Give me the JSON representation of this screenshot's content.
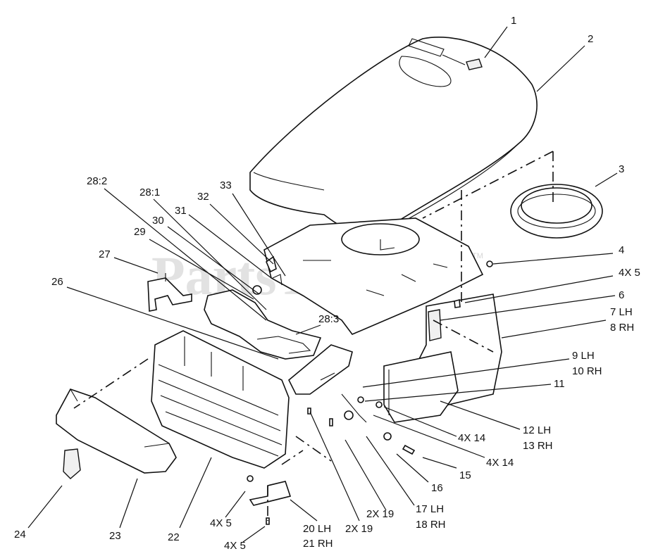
{
  "watermark": {
    "text": "PartsTree",
    "trademark": "TM"
  },
  "callouts": [
    "1",
    "2",
    "3",
    "4",
    "4X 5",
    "6",
    "7 LH",
    "8 RH",
    "9 LH",
    "10 RH",
    "11",
    "12 LH",
    "13 RH",
    "4X 14",
    "4X 14",
    "15",
    "16",
    "17 LH",
    "18 RH",
    "2X 19",
    "2X 19",
    "20 LH",
    "21 RH",
    "4X 5",
    "4X 5",
    "22",
    "23",
    "24",
    "26",
    "27",
    "28:2",
    "28:1",
    "29",
    "30",
    "31",
    "32",
    "33",
    "28:3"
  ]
}
